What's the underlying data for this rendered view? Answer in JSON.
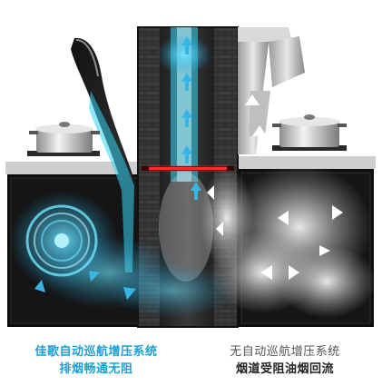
{
  "captions": {
    "left": {
      "line1": "佳歌自动巡航增压系统",
      "line2": "排烟畅通无阻"
    },
    "right": {
      "line1": "无自动巡航增压系统",
      "line2": "烟道受阻油烟回流"
    }
  },
  "colors": {
    "accent": "#1aa0d8",
    "flow": "#35d4f0",
    "valve": "#ff2a2a",
    "cabinet": "#111111",
    "wall_brick": "#2a2a2a"
  },
  "icons": {
    "left_side": [
      "range-hood-icon",
      "pot-icon",
      "fan-icon",
      "airflow-arrow-icon"
    ],
    "right_side": [
      "range-hood-icon",
      "pot-icon",
      "smoke-icon",
      "backflow-arrow-icon"
    ]
  }
}
